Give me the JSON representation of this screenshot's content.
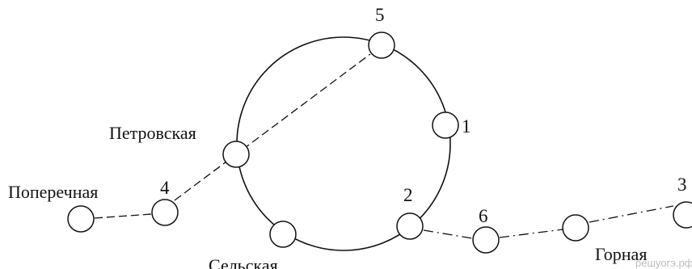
{
  "diagram": {
    "station_names": {
      "poperechnaya": "Поперечная",
      "petrovskaya": "Петровская",
      "selskaya": "Сельская",
      "gornaya": "Горная"
    },
    "node_numbers": {
      "n1": "1",
      "n2": "2",
      "n3": "3",
      "n4": "4",
      "n5": "5",
      "n6": "6"
    },
    "watermark": "решуогэ.рф",
    "colors": {
      "line": "#111111",
      "background": "#ffffff"
    }
  }
}
